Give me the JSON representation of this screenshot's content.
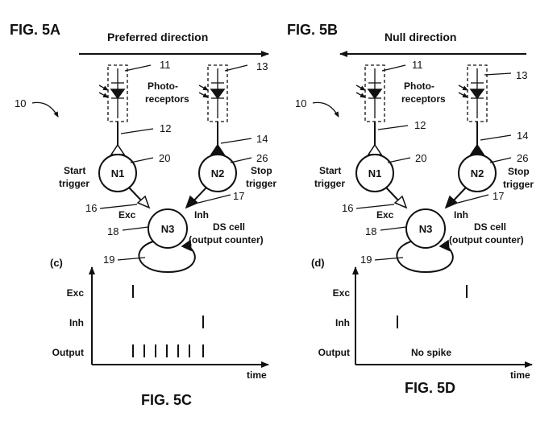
{
  "panel_a": {
    "fig_label": "FIG. 5A",
    "direction": "Preferred direction",
    "ref_10": "10",
    "ref_11": "11",
    "ref_13": "13",
    "photo_1": "Photo-",
    "photo_2": "receptors",
    "ref_12": "12",
    "ref_14": "14",
    "ref_20": "20",
    "ref_26": "26",
    "n1": "N1",
    "n2": "N2",
    "n3": "N3",
    "start_1": "Start",
    "start_2": "trigger",
    "stop_1": "Stop",
    "stop_2": "trigger",
    "ref_16": "16",
    "ref_17": "17",
    "exc": "Exc",
    "inh": "Inh",
    "ref_18": "18",
    "ds_1": "DS cell",
    "ds_2": "(output counter)",
    "ref_19": "19"
  },
  "panel_b": {
    "fig_label": "FIG. 5B",
    "direction": "Null direction",
    "ref_10": "10",
    "ref_11": "11",
    "ref_13": "13",
    "photo_1": "Photo-",
    "photo_2": "receptors",
    "ref_12": "12",
    "ref_14": "14",
    "ref_20": "20",
    "ref_26": "26",
    "n1": "N1",
    "n2": "N2",
    "n3": "N3",
    "start_1": "Start",
    "start_2": "trigger",
    "stop_1": "Stop",
    "stop_2": "trigger",
    "ref_16": "16",
    "ref_17": "17",
    "exc": "Exc",
    "inh": "Inh",
    "ref_18": "18",
    "ds_1": "DS cell",
    "ds_2": "(output counter)",
    "ref_19": "19"
  },
  "plot_c": {
    "panel_label": "(c)",
    "fig_caption": "FIG. 5C",
    "row_exc": "Exc",
    "row_inh": "Inh",
    "row_output": "Output",
    "xlabel": "time"
  },
  "plot_d": {
    "panel_label": "(d)",
    "fig_caption": "FIG. 5D",
    "row_exc": "Exc",
    "row_inh": "Inh",
    "row_output": "Output",
    "xlabel": "time",
    "no_spike": "No spike"
  }
}
